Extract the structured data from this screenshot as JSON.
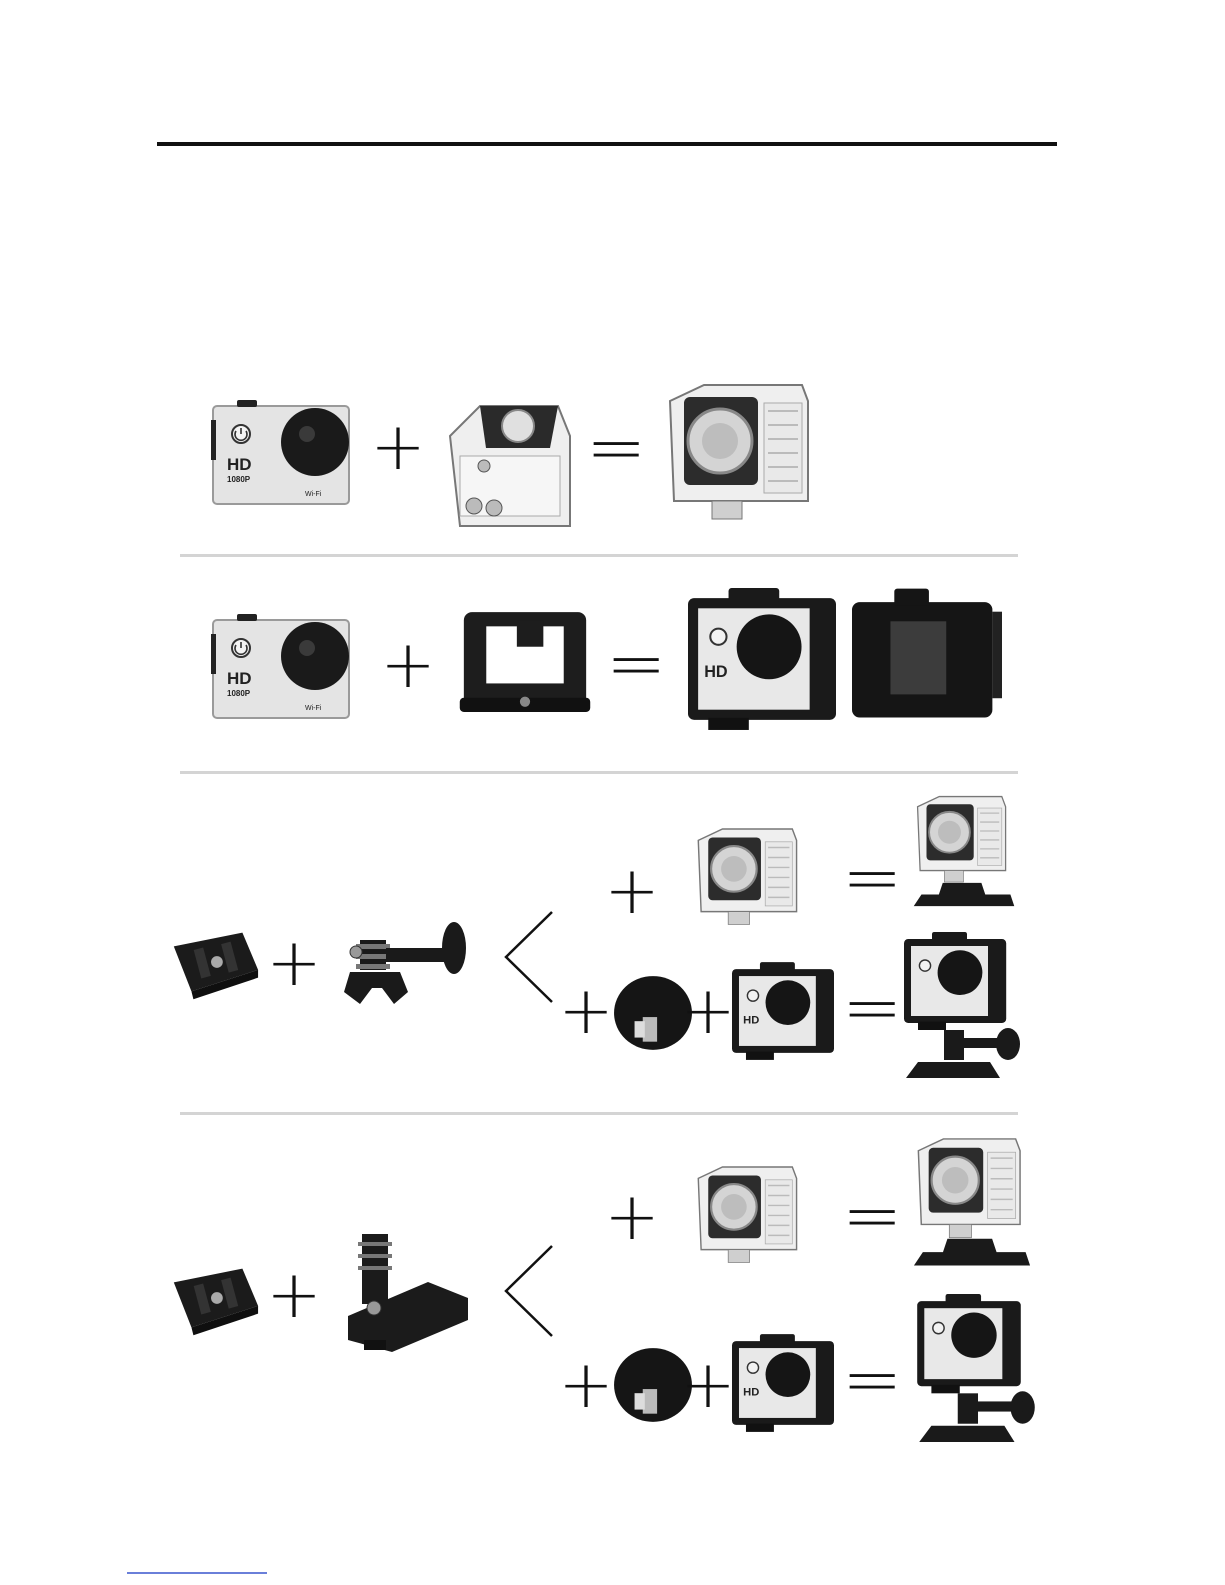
{
  "operators": {
    "plus": "+",
    "equals": "="
  },
  "camera": {
    "hd": "HD",
    "res": "1080P",
    "wifi": "Wi-Fi",
    "power": "POWER"
  },
  "colors": {
    "rule": "#111111",
    "separator": "#d4d4d4",
    "camera_body": "#e4e4e4",
    "black_part": "#1b1b1b",
    "clear_case": "#ececec",
    "link": "#6a7fd9"
  },
  "icons": [
    "action-camera-icon",
    "waterproof-case-icon",
    "frame-mount-icon",
    "flat-adhesive-mount-icon",
    "long-extension-arm-icon",
    "short-pivot-arm-icon",
    "tripod-adapter-icon",
    "camera-on-mount-icon"
  ]
}
